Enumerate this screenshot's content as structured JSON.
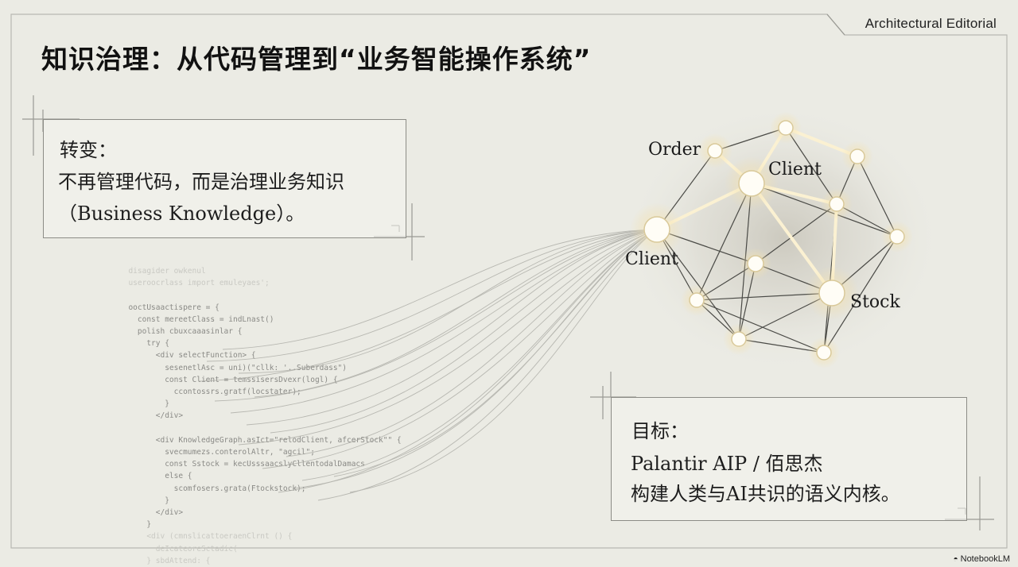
{
  "header": {
    "tag": "Architectural Editorial",
    "title": "知识治理：从代码管理到“业务智能操作系统”"
  },
  "left_card": {
    "label": "转变：",
    "line1": "不再管理代码，而是治理业务知识",
    "line2": "（Business Knowledge）。"
  },
  "right_card": {
    "label": "目标：",
    "line1": "Palantir AIP / 佰思杰",
    "line2": "构建人类与AI共识的语义内核。"
  },
  "code_snippet": {
    "lines": [
      "  disagider owkenul",
      "  useroocrlass import emuleyaes';",
      "",
      "  ooctUsaactispere = {",
      "    const mereetClass = indLnast()",
      "    polish cbuxcaaasinlar {",
      "      try {",
      "        <div selectFunction> {",
      "          sesenetlAsc = uni)(\"cllk: '..Suberdass\")",
      "          const Client = temssisersDvexr(logl) {",
      "            ccontossrs.gratf(locstater);",
      "          }",
      "        </div>",
      "",
      "        <div KnowledgeGraph.asIct=\"relodClient, afcerStock\"\" {",
      "          svecmumezs.conterolAltr, \"agcil\";",
      "          const Sstock = kecUsssaacslyCllentodalDamacs",
      "          else {",
      "            scomfosers.grata(Ftockstock);",
      "          }",
      "        </div>",
      "      }",
      "      <div (cmnslicattoeraenClrnt () {",
      "        deIcateoreSctadic(",
      "      } sbdAttend: {"
    ]
  },
  "graph_labels": {
    "order": "Order",
    "client_top": "Client",
    "client_left": "Client",
    "stock": "Stock"
  },
  "brand": {
    "name": "NotebookLM",
    "icon": "notebooklm-logo-icon"
  }
}
